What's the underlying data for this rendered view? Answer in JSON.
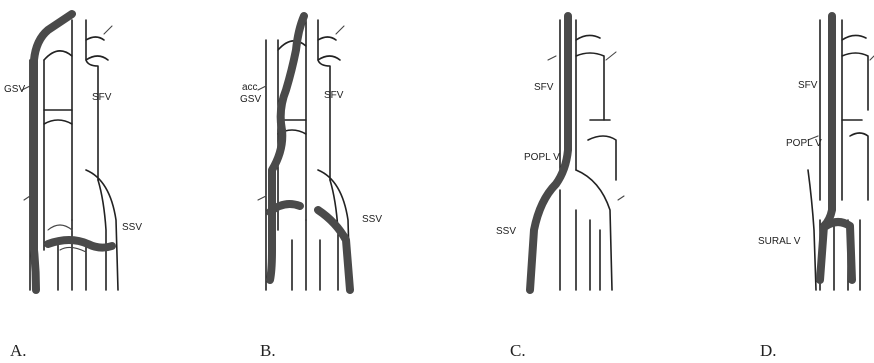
{
  "panels": [
    {
      "caption": "A.",
      "labels": {
        "left_upper": "GSV",
        "right_upper": "SFV",
        "right_lower": "SSV"
      }
    },
    {
      "caption": "B.",
      "labels": {
        "left_upper_1": "acc",
        "left_upper_2": "GSV",
        "right_upper": "SFV",
        "right_lower": "SSV"
      }
    },
    {
      "caption": "C.",
      "labels": {
        "left_upper": "SFV",
        "left_mid": "POPL V",
        "left_lower": "SSV"
      }
    },
    {
      "caption": "D.",
      "labels": {
        "left_upper": "SFV",
        "left_mid": "POPL V",
        "left_lower": "SURAL V"
      }
    }
  ],
  "colors": {
    "line": "#222222",
    "reflux_vein": "#4a4a4a",
    "background": "#ffffff"
  }
}
